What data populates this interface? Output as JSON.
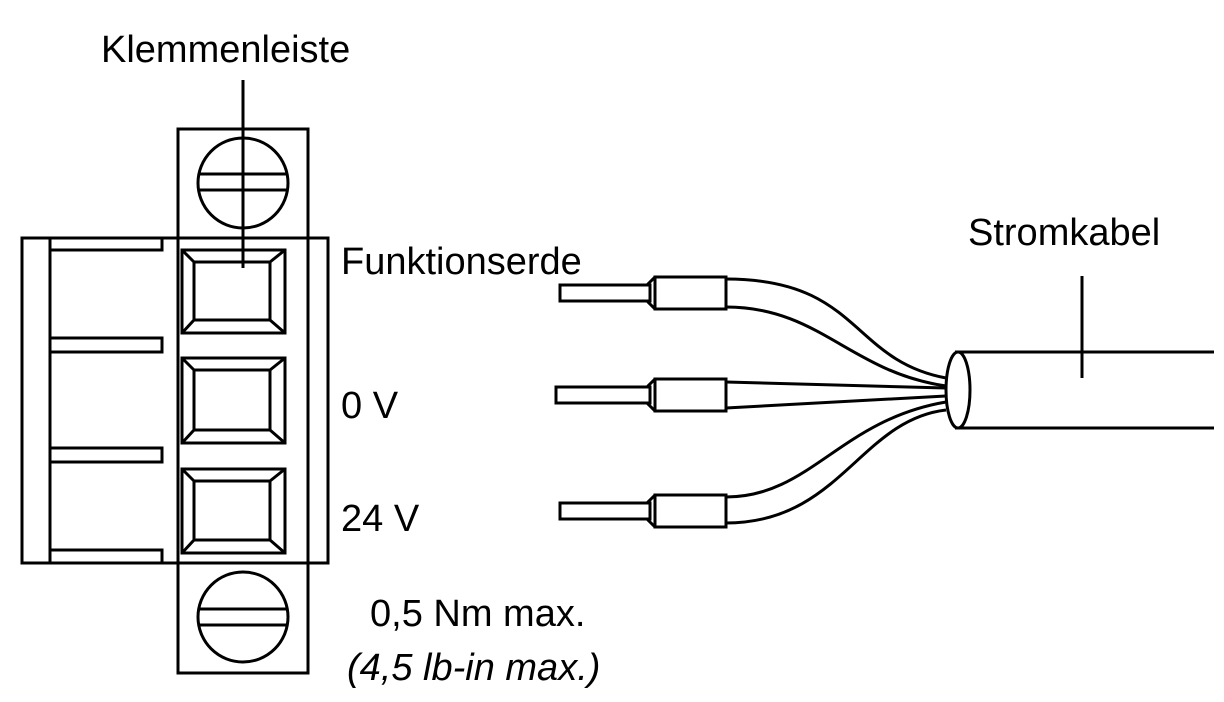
{
  "labels": {
    "terminal_block": "Klemmenleiste",
    "functional_earth": "Funktionserde",
    "zero_volt": "0 V",
    "twenty_four_volt": "24 V",
    "torque": "0,5 Nm max.",
    "torque_imperial": "(4,5 lb-in max.)",
    "power_cable": "Stromkabel"
  },
  "colors": {
    "ink": "#000000",
    "background": "#ffffff"
  }
}
